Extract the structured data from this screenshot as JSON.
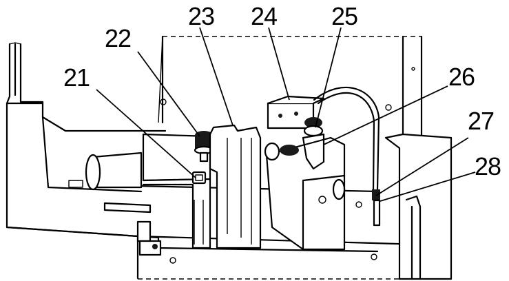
{
  "callouts": [
    {
      "id": "21",
      "label": "21"
    },
    {
      "id": "22",
      "label": "22"
    },
    {
      "id": "23",
      "label": "23"
    },
    {
      "id": "24",
      "label": "24"
    },
    {
      "id": "25",
      "label": "25"
    },
    {
      "id": "26",
      "label": "26"
    },
    {
      "id": "27",
      "label": "27"
    },
    {
      "id": "28",
      "label": "28"
    }
  ],
  "colors": {
    "ink": "#000000",
    "paper": "#ffffff"
  }
}
